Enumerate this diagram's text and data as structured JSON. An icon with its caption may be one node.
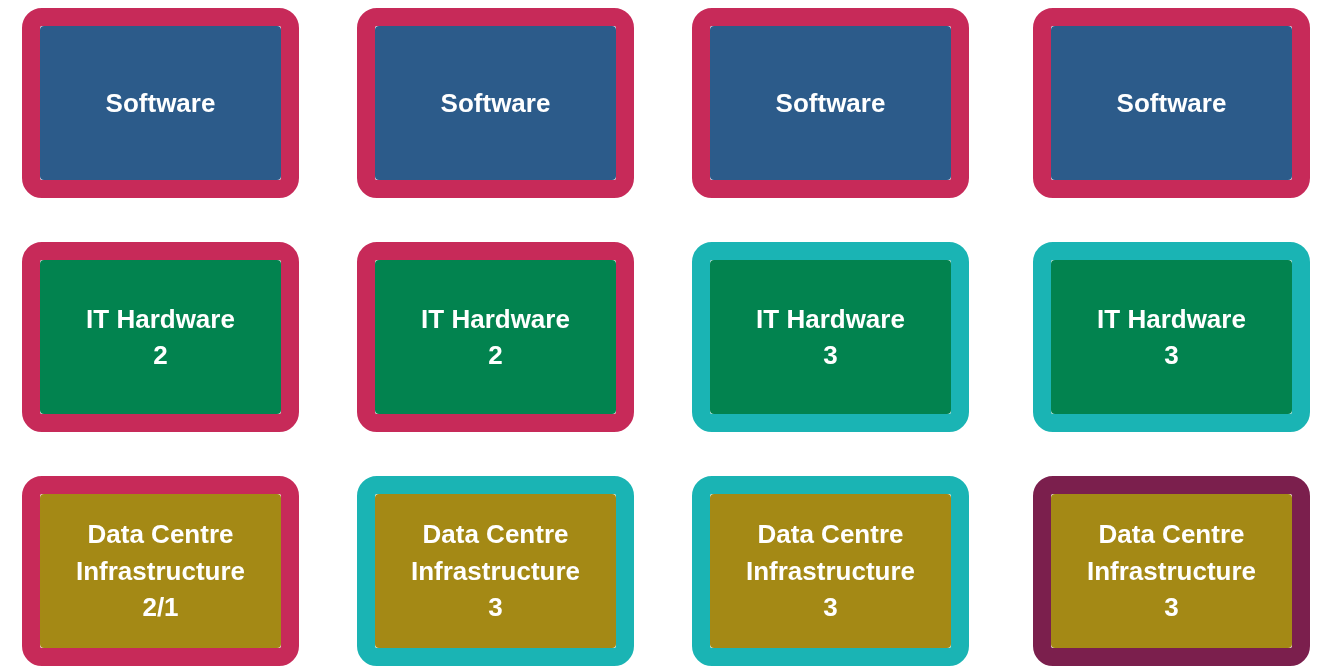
{
  "diagram": {
    "nodes": [
      {
        "text": [
          "Software"
        ]
      },
      {
        "text": [
          "Software"
        ]
      },
      {
        "text": [
          "Software"
        ]
      },
      {
        "text": [
          "Software"
        ]
      },
      {
        "text": [
          "IT Hardware",
          "2"
        ]
      },
      {
        "text": [
          "IT Hardware",
          "2"
        ]
      },
      {
        "text": [
          "IT Hardware",
          "3"
        ]
      },
      {
        "text": [
          "IT Hardware",
          "3"
        ]
      },
      {
        "text": [
          "Data Centre Infrastructure",
          "2/1"
        ]
      },
      {
        "text": [
          "Data Centre Infrastructure",
          "3"
        ]
      },
      {
        "text": [
          "Data Centre Infrastructure",
          "3"
        ]
      },
      {
        "text": [
          "Data Centre Infrastructure",
          "3"
        ]
      }
    ]
  }
}
